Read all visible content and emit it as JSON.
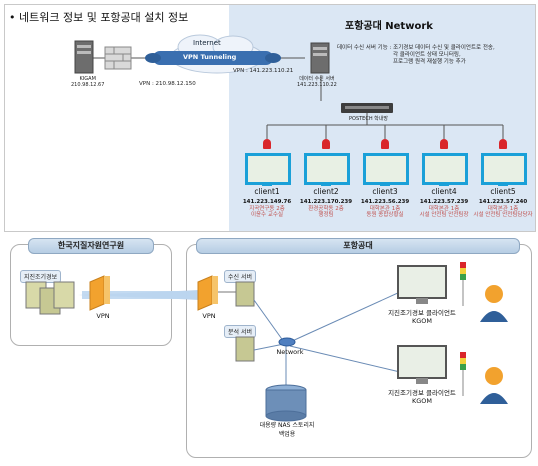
{
  "top": {
    "heading": "• 네트워크 정보 및 포항공대 설치 정보",
    "network_title": "포항공대 Network",
    "internet_label": "Internet",
    "tunnel_label": "VPN Tunneling",
    "kigam_server": [
      "KIGAM",
      "210.98.12.67"
    ],
    "vpn_left": "VPN : 210.98.12.150",
    "vpn_right": "VPN : 141.223.110.21",
    "recv_server": [
      "데이터 수신 서버",
      "141.223.110.22"
    ],
    "server_desc": [
      "데이터 수신 서버 기능 : 조기경보 데이터 수신 및 클라이언트로 전송,",
      "각 클라이언트 상태 모니터링,",
      "프로그램 원격 재설행 기능 추가"
    ],
    "switch_label": "POSTECH 학내망",
    "clients": [
      {
        "name": "client1",
        "ip": "141.223.149.76",
        "loc": [
          "지곡연구동 2층",
          "이윤수 교수실"
        ]
      },
      {
        "name": "client2",
        "ip": "141.223.170.239",
        "loc": [
          "환경공학동 2층",
          "행정팀"
        ]
      },
      {
        "name": "client3",
        "ip": "141.223.56.239",
        "loc": [
          "대학본관 1층",
          "동원 종합상황실"
        ]
      },
      {
        "name": "client4",
        "ip": "141.223.57.239",
        "loc": [
          "대학본관 1층",
          "시설 안전팀 안전팀장"
        ]
      },
      {
        "name": "client5",
        "ip": "141.223.57.240",
        "loc": [
          "대학본관 1층",
          "시설 안전팀 안전팀담당자"
        ]
      }
    ]
  },
  "bottom": {
    "left_title": "한국지질자원연구원",
    "right_title": "포항공대",
    "early_warning": "지진조기경보",
    "vpn_left": "VPN",
    "vpn_right": "VPN",
    "recv_server": "수신 서버",
    "analysis_server": "분석 서버",
    "network": "Network",
    "storage": [
      "대용량 NAS 스토리지",
      "백업용"
    ],
    "client_top": [
      "지진조기경보 클라이언트",
      "KGOM"
    ],
    "client_bottom": [
      "지진조기경보 클라이언트",
      "KGOM"
    ]
  },
  "colors": {
    "network_bg": "#dbe7f4",
    "tunnel": "#3a6fb0",
    "alarm": "#d9262a",
    "vpn_orange": "#f2a22e",
    "location_text": "#c0504d"
  }
}
